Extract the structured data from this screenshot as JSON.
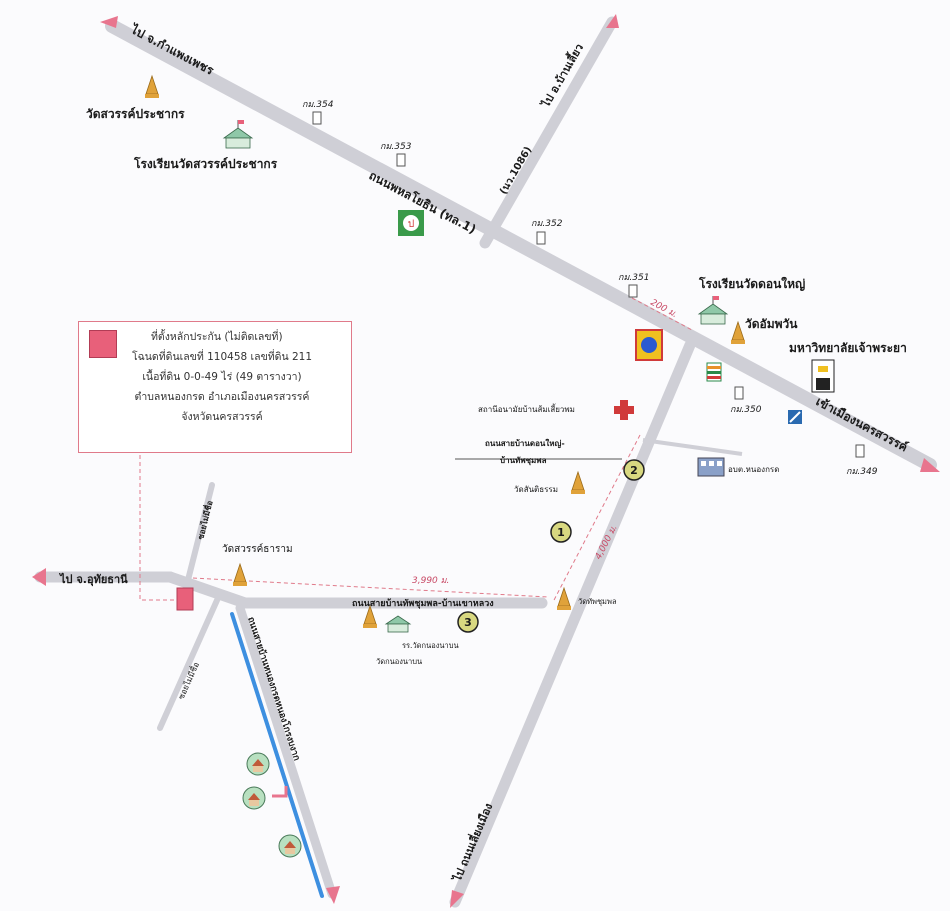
{
  "labels": {
    "to_kamphaeng_phet": "ไป จ.กำแพงเพชร",
    "to_ban_lueang": "ไป อ.บ้านเลี้ยว",
    "road_1086": "(นว.1086)",
    "phahonyothin": "ถนนพหลโยธิน (ทล.1)",
    "to_nakhon_sawan": "เข้าเมืองนครสวรรค์",
    "to_uthai_thani": "ไป จ.อุทัยธานี",
    "to_north_road": "ไป ถนนเลี่ยงเมือง",
    "wat_sawan_prachakorn": "วัดสวรรค์ประชากร",
    "school_sawan_prachakorn": "โรงเรียนวัดสวรรค์ประชากร",
    "school_don_yai": "โรงเรียนวัดดอนใหญ่",
    "wat_sam_phawan": "วัดอัมพวัน",
    "chaophraya_university": "มหาวิทยาลัยเจ้าพระยา",
    "km354": "กม.354",
    "km353": "กม.353",
    "km352": "กม.352",
    "km351": "กม.351",
    "km350": "กม.350",
    "km349": "กม.349",
    "dist_200": "200 ม.",
    "dist_4000": "4,000 ม.",
    "dist_3990": "3,990 ม.",
    "health_station": "สถานีอนามัยบ้านส้มเสี้ยวพม",
    "road_don_yai_1": "ถนนสายบ้านดอนใหญ่-",
    "road_don_yai_2": "บ้านทัพชุมพล",
    "wat_khao_kaeo": "วัดสันติธรรม",
    "or_bor_tor": "อบต.หนองกรด",
    "wat_sawan_tharam": "วัดสวรรค์ธาราม",
    "road_thap_chumphon": "ถนนสายบ้านทัพชุมพล-บ้านเขาหลวง",
    "wat_thap_chumphon": "วัดทัพชุมพล",
    "wat_nong_nonkhan": "วัดกนองนาบน",
    "school_nong_krot": "รร.วัดกนองนาบน",
    "soi_left": "ซอยไม่มีชื่อ",
    "soi_small": "ซอยไม่มีชื่อ",
    "canal_road": "ถนนสายบ้านหนองกรดหนองโกรงบงาก"
  },
  "info_box": {
    "lines": [
      "ที่ตั้งหลักประกัน (ไม่ติดเลขที่)",
      "โฉนดที่ดินเลขที่ 110458 เลขที่ดิน 211",
      "เนื้อที่ดิน 0-0-49 ไร่ (49 ตารางวา)",
      "ตำบลหนองกรด อำเภอเมืองนครสวรรค์",
      "จังหวัดนครสวรรค์"
    ]
  },
  "route_markers": [
    "1",
    "2",
    "3"
  ],
  "colors": {
    "road": "#cfcfd6",
    "arrow": "#e8758e",
    "canal": "#3d8fe0",
    "dash": "#e07a8a",
    "marker": "#e8607a",
    "temple": "#e0a23a"
  },
  "icons": {
    "temple": "temple-icon",
    "school": "school-icon",
    "km_post": "km-post-icon",
    "red_cross": "hospital-icon",
    "seven_eleven": "convenience-store-icon",
    "gas_station": "gas-station-icon",
    "house": "house-icon"
  }
}
